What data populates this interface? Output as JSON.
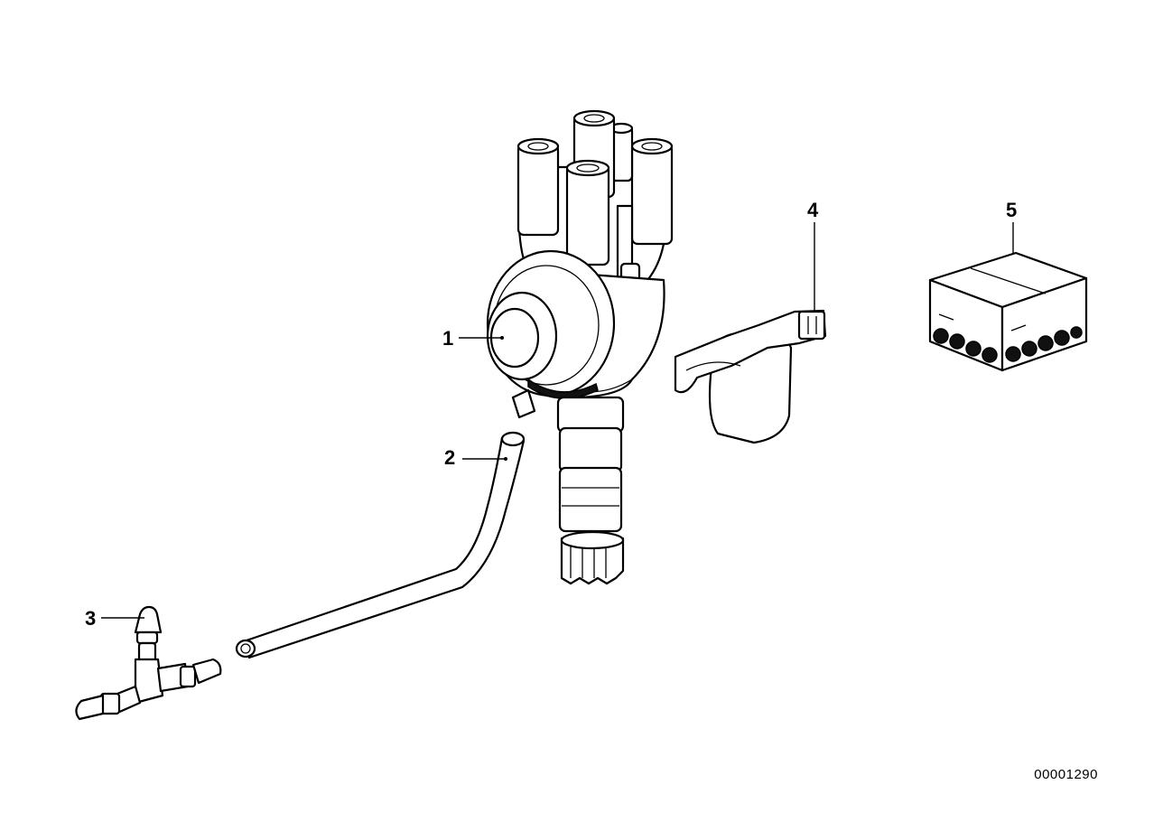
{
  "callouts": {
    "c1": "1",
    "c2": "2",
    "c3": "3",
    "c4": "4",
    "c5": "5"
  },
  "reference_number": "00001290",
  "parts": [
    {
      "id": "1",
      "icon": "distributor-vacuum-unit-icon"
    },
    {
      "id": "2",
      "icon": "vacuum-hose-icon"
    },
    {
      "id": "3",
      "icon": "t-connector-icon"
    },
    {
      "id": "4",
      "icon": "cover-cap-icon"
    },
    {
      "id": "5",
      "icon": "parts-kit-box-icon"
    }
  ]
}
